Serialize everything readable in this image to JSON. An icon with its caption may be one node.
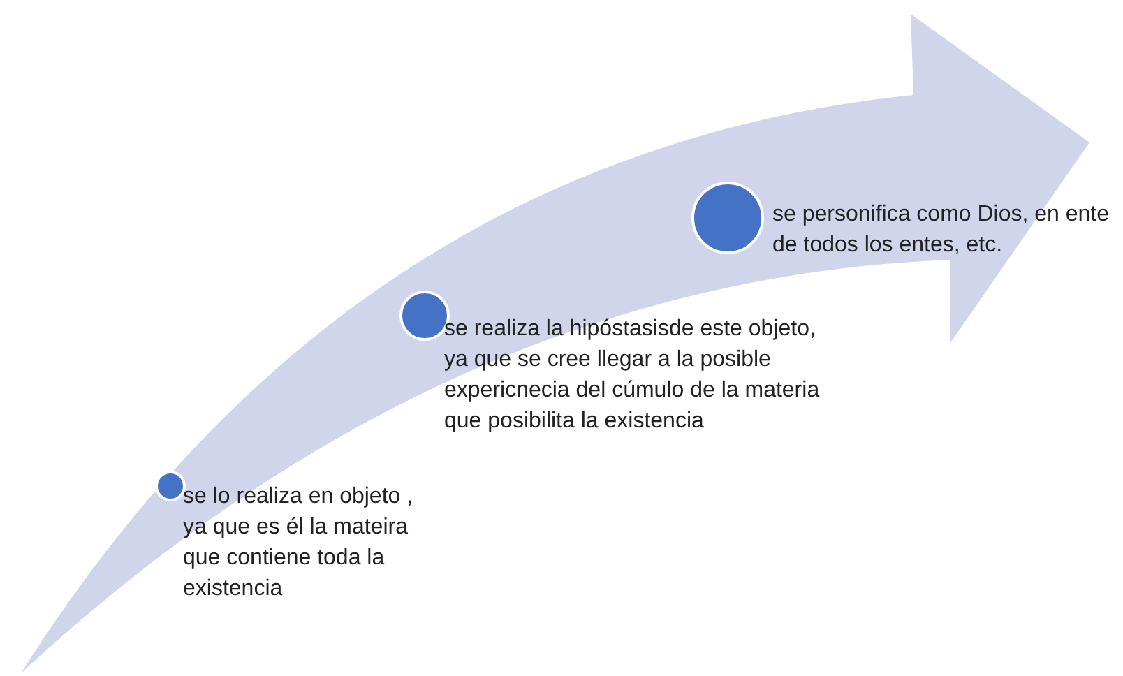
{
  "diagram": {
    "nodes": [
      {
        "text": [],
        "shape": "circle",
        "beside": [
          "se lo realiza en objeto , ya que es él la mateira que contiene toda la existencia"
        ]
      },
      {
        "text": [],
        "shape": "circle",
        "beside": [
          "se realiza la hipóstasisde este objeto, ya que se cree llegar a la posible expericnecia del cúmulo de la materia que posibilita la existencia"
        ]
      },
      {
        "text": [],
        "shape": "circle",
        "beside": [
          "se personifica como Dios, en ente de todos los entes, etc."
        ]
      }
    ]
  }
}
